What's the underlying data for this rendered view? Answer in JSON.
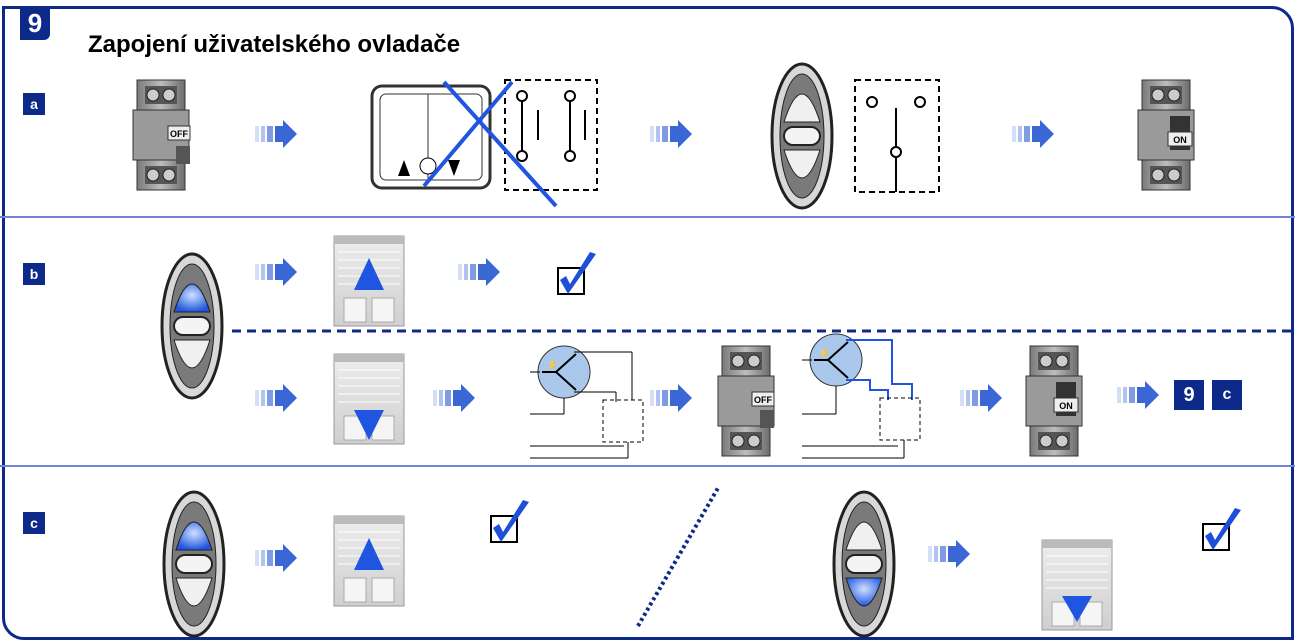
{
  "header": {
    "step_number": "9",
    "title": "Zapojení uživatelského ovladače"
  },
  "rows": [
    {
      "letter": "a"
    },
    {
      "letter": "b"
    },
    {
      "letter": "c"
    }
  ],
  "labels": {
    "breaker_off": "OFF",
    "breaker_on": "ON"
  },
  "reference": {
    "step": "9",
    "section": "c"
  },
  "colors": {
    "frame": "#0d2a8a",
    "accent_blue": "#1f55e0",
    "arrow": "#3b67d6",
    "check": "#1e4fd8"
  }
}
